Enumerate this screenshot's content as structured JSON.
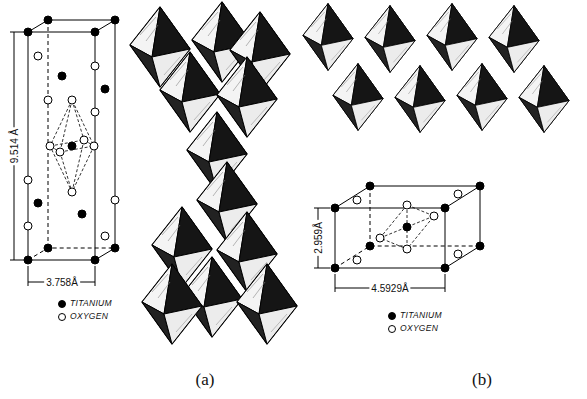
{
  "diagram": {
    "labels": [
      "9.514 Å",
      "3.758Å",
      "2.959Å",
      "4.5929Å",
      "(a)",
      "(b)"
    ],
    "legend": [
      {
        "text": "TITANIUM"
      },
      {
        "text": "OXYGEN"
      },
      {
        "text": "TITANIUM"
      },
      {
        "text": "OXYGEN"
      }
    ]
  }
}
